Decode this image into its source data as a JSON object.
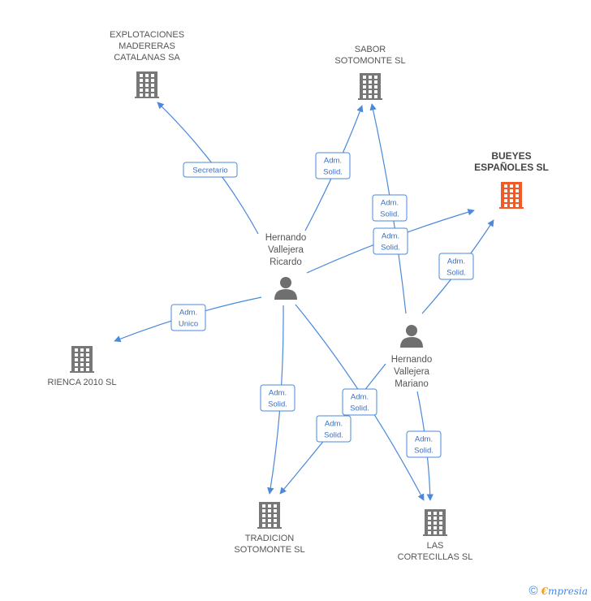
{
  "nodes": [
    {
      "id": "explotaciones",
      "type": "company",
      "label": [
        "EXPLOTACIONES",
        "MADERERAS",
        "CATALANAS SA"
      ],
      "focus": false
    },
    {
      "id": "sabor",
      "type": "company",
      "label": [
        "SABOR",
        "SOTOMONTE SL"
      ],
      "focus": false
    },
    {
      "id": "bueyes",
      "type": "company",
      "label": [
        "BUEYES",
        "ESPAÑOLES SL"
      ],
      "focus": true
    },
    {
      "id": "rienca",
      "type": "company",
      "label": [
        "RIENCA 2010  SL"
      ],
      "focus": false
    },
    {
      "id": "tradicion",
      "type": "company",
      "label": [
        "TRADICION",
        "SOTOMONTE SL"
      ],
      "focus": false
    },
    {
      "id": "cortecillas",
      "type": "company",
      "label": [
        "LAS",
        "CORTECILLAS SL"
      ],
      "focus": false
    },
    {
      "id": "ricardo",
      "type": "person",
      "label": [
        "Hernando",
        "Vallejera",
        "Ricardo"
      ],
      "focus": false
    },
    {
      "id": "mariano",
      "type": "person",
      "label": [
        "Hernando",
        "Vallejera",
        "Mariano"
      ],
      "focus": false
    }
  ],
  "edges": [
    {
      "from": "ricardo",
      "to": "explotaciones",
      "label": [
        "Secretario"
      ]
    },
    {
      "from": "ricardo",
      "to": "sabor",
      "label": [
        "Adm.",
        "Solid."
      ]
    },
    {
      "from": "mariano",
      "to": "sabor",
      "label": [
        "Adm.",
        "Solid."
      ]
    },
    {
      "from": "ricardo",
      "to": "bueyes",
      "label": [
        "Adm.",
        "Solid."
      ]
    },
    {
      "from": "mariano",
      "to": "bueyes",
      "label": [
        "Adm.",
        "Solid."
      ]
    },
    {
      "from": "ricardo",
      "to": "rienca",
      "label": [
        "Adm.",
        "Unico"
      ]
    },
    {
      "from": "ricardo",
      "to": "tradicion",
      "label": [
        "Adm.",
        "Solid."
      ]
    },
    {
      "from": "ricardo",
      "to": "cortecillas",
      "label": [
        "Adm.",
        "Solid."
      ]
    },
    {
      "from": "mariano",
      "to": "tradicion",
      "label": [
        "Adm.",
        "Solid."
      ]
    },
    {
      "from": "mariano",
      "to": "cortecillas",
      "label": [
        "Adm.",
        "Solid."
      ]
    }
  ],
  "colors": {
    "edge": "#4a89dc",
    "company_icon": "#777777",
    "focus_icon": "#f05a28",
    "person_icon": "#6f6f6f"
  },
  "footer": {
    "copyright_symbol": "©",
    "brand_initial": "€",
    "brand_rest": "mpresia"
  }
}
